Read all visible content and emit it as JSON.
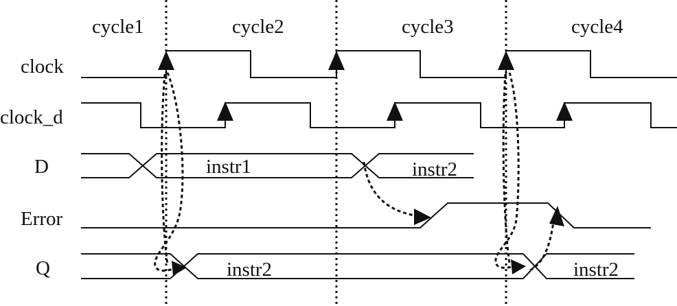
{
  "cycles": [
    "cycle1",
    "cycle2",
    "cycle3",
    "cycle4"
  ],
  "signals": {
    "clock": "clock",
    "clock_d": "clock_d",
    "d": "D",
    "error": "Error",
    "q": "Q"
  },
  "bus_values": {
    "d_first": "instr1",
    "d_second": "instr2",
    "q_first": "instr2",
    "q_second": "instr2"
  }
}
